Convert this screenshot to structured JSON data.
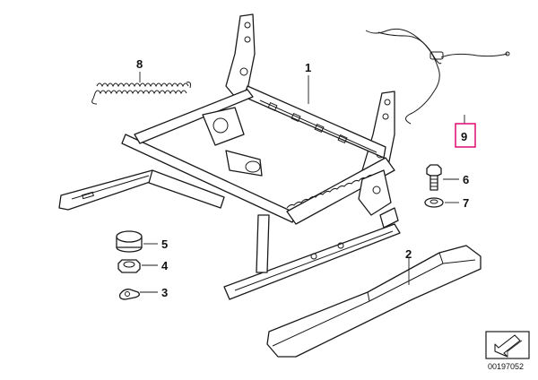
{
  "diagram": {
    "callouts": [
      {
        "id": "1",
        "label": "1"
      },
      {
        "id": "2",
        "label": "2"
      },
      {
        "id": "3",
        "label": "3"
      },
      {
        "id": "4",
        "label": "4"
      },
      {
        "id": "5",
        "label": "5"
      },
      {
        "id": "6",
        "label": "6"
      },
      {
        "id": "7",
        "label": "7"
      },
      {
        "id": "8",
        "label": "8"
      },
      {
        "id": "9",
        "label": "9"
      }
    ],
    "highlight_color": "#e0197a",
    "reference_number": "00197052",
    "icons": [
      "arrow-corner-icon"
    ]
  }
}
